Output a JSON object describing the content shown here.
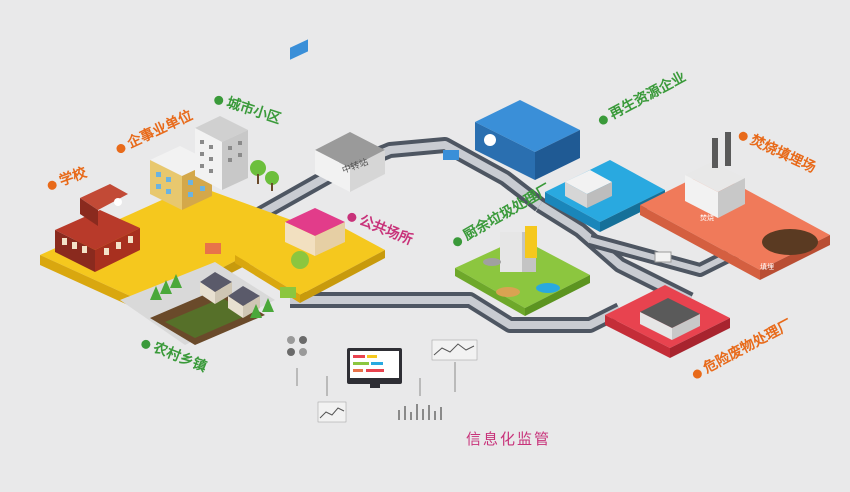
{
  "labels": {
    "school": "学校",
    "enterprise": "企事业单位",
    "community": "城市小区",
    "transfer_station": "中转站",
    "public_place": "公共场所",
    "rural": "农村乡镇",
    "kitchen_waste": "厨余垃圾处理厂",
    "recycling": "再生资源企业",
    "incineration": "焚烧填埋场",
    "hazardous": "危险废物处理厂",
    "info_monitor": "信息化监管",
    "incin_sub1": "焚烧",
    "incin_sub2": "填埋"
  },
  "colors": {
    "background": "#e9e9ea",
    "yellow_zone": "#f5c81e",
    "green_zone": "#8cc63f",
    "blue_zone": "#29a9e0",
    "orange_zone": "#f07a5a",
    "red_zone": "#e8434f",
    "road": "#555e6b",
    "label_green": "#3a9a3a",
    "label_orange": "#e86a1a",
    "label_pink": "#c8327a"
  }
}
